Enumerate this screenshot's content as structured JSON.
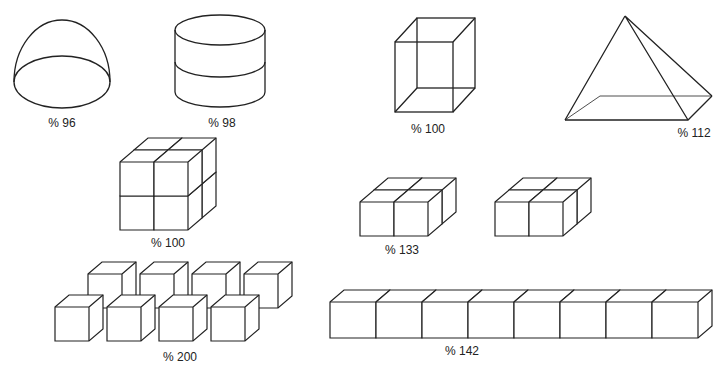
{
  "diagram": {
    "labels": [
      "% 96",
      "% 98",
      "% 100",
      "% 112",
      "% 100",
      "% 133",
      "% 200",
      "% 142"
    ]
  }
}
